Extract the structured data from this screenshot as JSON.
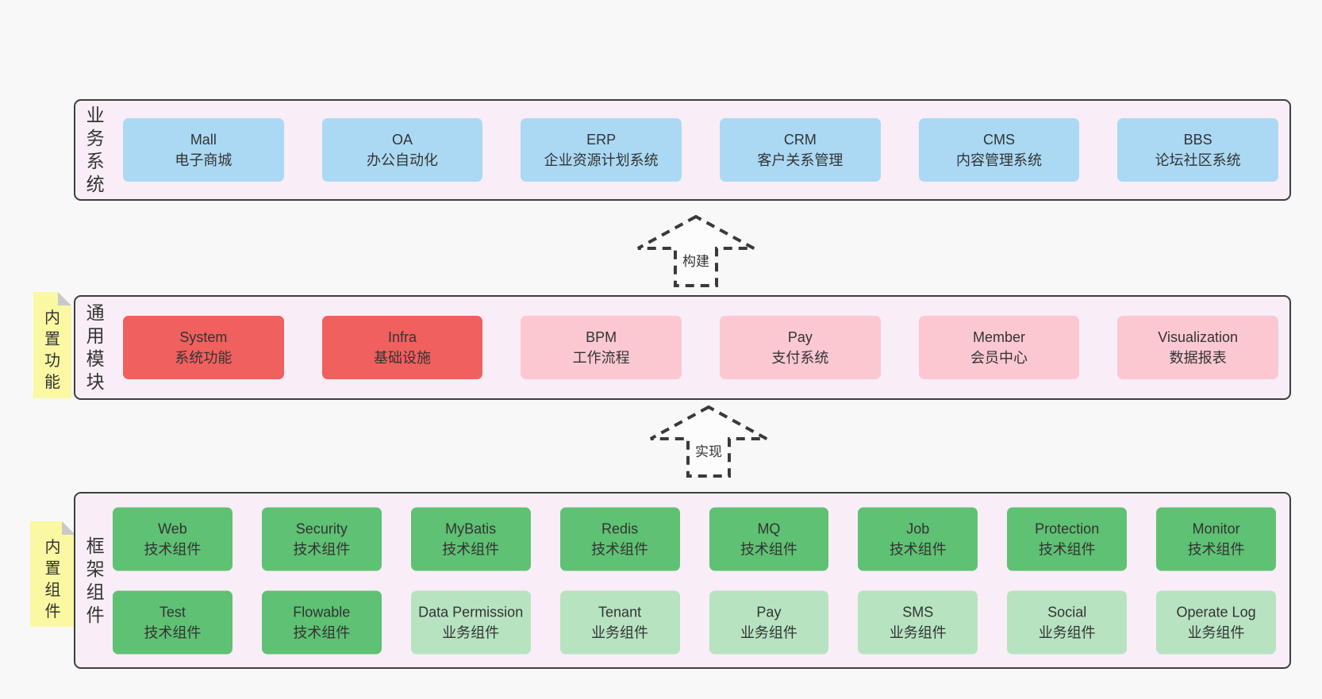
{
  "colors": {
    "page_bg": "#f8f8f8",
    "container_bg": "#f9edf7",
    "container_border": "#3e3e3e",
    "blue_box": "#abd9f4",
    "red_box": "#f0605e",
    "pink_box": "#fbc8d2",
    "green_box": "#5fc173",
    "light_green_box": "#b7e3c1",
    "note_yellow": "#faf8a2",
    "note_fold_gray": "#c9c9c9",
    "text": "#333333",
    "arrow_stroke": "#3a3a3a"
  },
  "layers": [
    {
      "label": "业务系统",
      "rows": [
        [
          {
            "name": "Mall",
            "desc": "电子商城"
          },
          {
            "name": "OA",
            "desc": "办公自动化"
          },
          {
            "name": "ERP",
            "desc": "企业资源计划系统"
          },
          {
            "name": "CRM",
            "desc": "客户关系管理"
          },
          {
            "name": "CMS",
            "desc": "内容管理系统"
          },
          {
            "name": "BBS",
            "desc": "论坛社区系统"
          }
        ]
      ]
    },
    {
      "label": "通用模块",
      "note": "内置功能",
      "rows": [
        [
          {
            "name": "System",
            "desc": "系统功能"
          },
          {
            "name": "Infra",
            "desc": "基础设施"
          },
          {
            "name": "BPM",
            "desc": "工作流程"
          },
          {
            "name": "Pay",
            "desc": "支付系统"
          },
          {
            "name": "Member",
            "desc": "会员中心"
          },
          {
            "name": "Visualization",
            "desc": "数据报表"
          }
        ]
      ]
    },
    {
      "label": "框架组件",
      "note": "内置组件",
      "rows": [
        [
          {
            "name": "Web",
            "desc": "技术组件"
          },
          {
            "name": "Security",
            "desc": "技术组件"
          },
          {
            "name": "MyBatis",
            "desc": "技术组件"
          },
          {
            "name": "Redis",
            "desc": "技术组件"
          },
          {
            "name": "MQ",
            "desc": "技术组件"
          },
          {
            "name": "Job",
            "desc": "技术组件"
          },
          {
            "name": "Protection",
            "desc": "技术组件"
          },
          {
            "name": "Monitor",
            "desc": "技术组件"
          }
        ],
        [
          {
            "name": "Test",
            "desc": "技术组件"
          },
          {
            "name": "Flowable",
            "desc": "技术组件"
          },
          {
            "name": "Data Permission",
            "desc": "业务组件"
          },
          {
            "name": "Tenant",
            "desc": "业务组件"
          },
          {
            "name": "Pay",
            "desc": "业务组件"
          },
          {
            "name": "SMS",
            "desc": "业务组件"
          },
          {
            "name": "Social",
            "desc": "业务组件"
          },
          {
            "name": "Operate Log",
            "desc": "业务组件"
          }
        ]
      ]
    }
  ],
  "arrows": [
    {
      "label": "构建"
    },
    {
      "label": "实现"
    }
  ]
}
